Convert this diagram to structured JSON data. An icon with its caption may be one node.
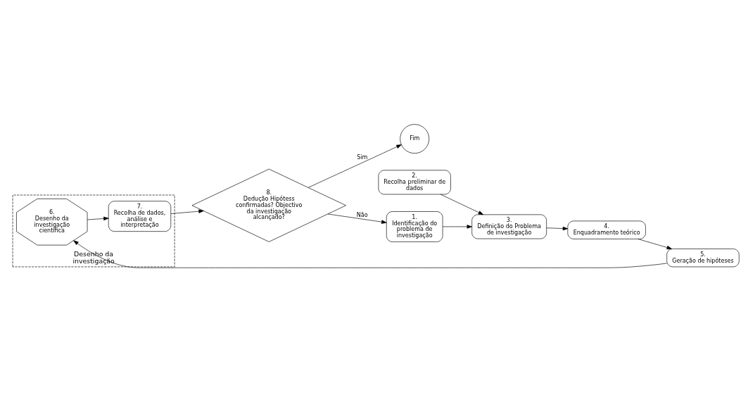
{
  "diagram": {
    "nodes": [
      {
        "text": [
          "8.",
          "Dedução Hipótess confirmadas? Objectivo da investigação alcançado?"
        ]
      },
      {
        "text": [
          "1.",
          "Identificação do problema de investigação"
        ]
      },
      {
        "text": [
          "2.",
          "Recolha preliminar de dados"
        ]
      },
      {
        "text": [
          "Fim"
        ]
      },
      {
        "text": [
          "3.",
          "Definição do Problema de investigação"
        ]
      },
      {
        "text": [
          "4.",
          "Enquadramento teórico"
        ]
      },
      {
        "text": [
          "5.",
          "Geração de hipóteses"
        ]
      },
      {
        "text": [
          "Desenho da investigação"
        ]
      },
      {
        "text": [
          "6.",
          "Desenho da investigação científica"
        ],
        "in": 7
      },
      {
        "text": [
          "7.",
          "Recolha de dados, análise e interpretação"
        ],
        "in": 7
      }
    ],
    "edges": [
      {
        "from": 0,
        "to": 1,
        "arrow": "to",
        "label": "Não"
      },
      {
        "from": 0,
        "to": 3,
        "arrow": "to",
        "label": "Sim"
      },
      {
        "from": 1,
        "to": 4,
        "arrow": "to"
      },
      {
        "from": 2,
        "to": 4,
        "arrow": "to"
      },
      {
        "from": 4,
        "to": 5,
        "arrow": "to"
      },
      {
        "from": 5,
        "to": 6,
        "arrow": "to"
      },
      {
        "from": 6,
        "to": 8,
        "arrow": "to"
      },
      {
        "from": 8,
        "to": 9,
        "arrow": "to"
      },
      {
        "from": 9,
        "to": 0,
        "arrow": "to"
      }
    ]
  }
}
